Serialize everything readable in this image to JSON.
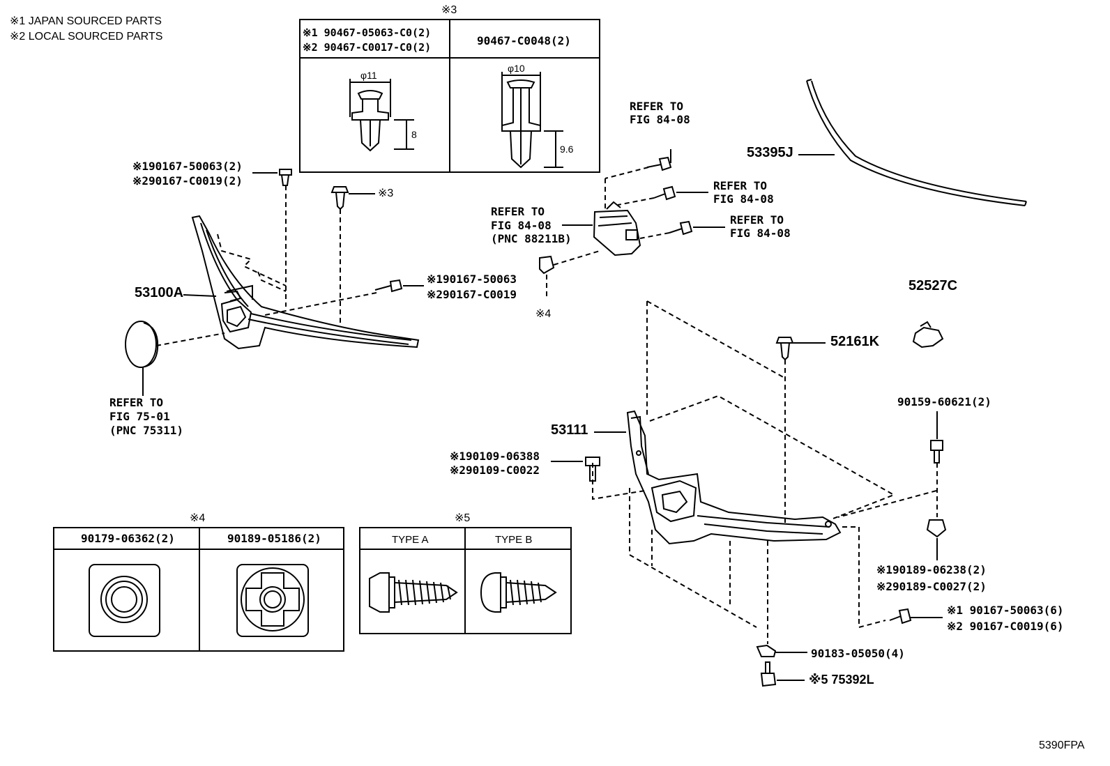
{
  "notes": {
    "japan": "※1 JAPAN SOURCED PARTS",
    "local": "※2 LOCAL SOURCED PARTS"
  },
  "table3": {
    "marker": "※3",
    "col1_line1": "※1 90467-05063-C0(2)",
    "col1_line2": "※2 90467-C0017-C0(2)",
    "col2": "90467-C0048(2)",
    "dia1": "φ11",
    "len1": "8",
    "dia2": "φ10",
    "len2": "9.6"
  },
  "table4": {
    "marker": "※4",
    "col1": "90179-06362(2)",
    "col2": "90189-05186(2)"
  },
  "table5": {
    "marker": "※5",
    "col1": "TYPE A",
    "col2": "TYPE B"
  },
  "callouts": {
    "top_clip_1": "※190167-50063(2)",
    "top_clip_2": "※290167-C0019(2)",
    "clip3": "※3",
    "grille": "53100A",
    "mid_screw_1": "※190167-50063",
    "mid_screw_2": "※290167-C0019",
    "emblem_ref_1": "REFER TO",
    "emblem_ref_2": "FIG 75-01",
    "emblem_ref_3": "(PNC 75311)",
    "ref_a_1": "REFER TO",
    "ref_a_2": "FIG 84-08",
    "ref_b_1": "REFER TO",
    "ref_b_2": "FIG 84-08",
    "ref_c_1": "REFER TO",
    "ref_c_2": "FIG 84-08",
    "sensor_1": "REFER TO",
    "sensor_2": "FIG 84-08",
    "sensor_3": "(PNC 88211B)",
    "nut4": "※4",
    "molding": "53395J",
    "bracket_small": "52527C",
    "clip_52161": "52161K",
    "support": "53111",
    "bolt_1": "※190109-06388",
    "bolt_2": "※290109-C0022",
    "bolt_90159": "90159-60621(2)",
    "nut_1": "※190189-06238(2)",
    "nut_2": "※290189-C0027(2)",
    "screw6_1": "※1 90167-50063(6)",
    "screw6_2": "※2 90167-C0019(6)",
    "nut90183": "90183-05050(4)",
    "screw75392": "※5 75392L",
    "figure_code": "5390FPA"
  }
}
